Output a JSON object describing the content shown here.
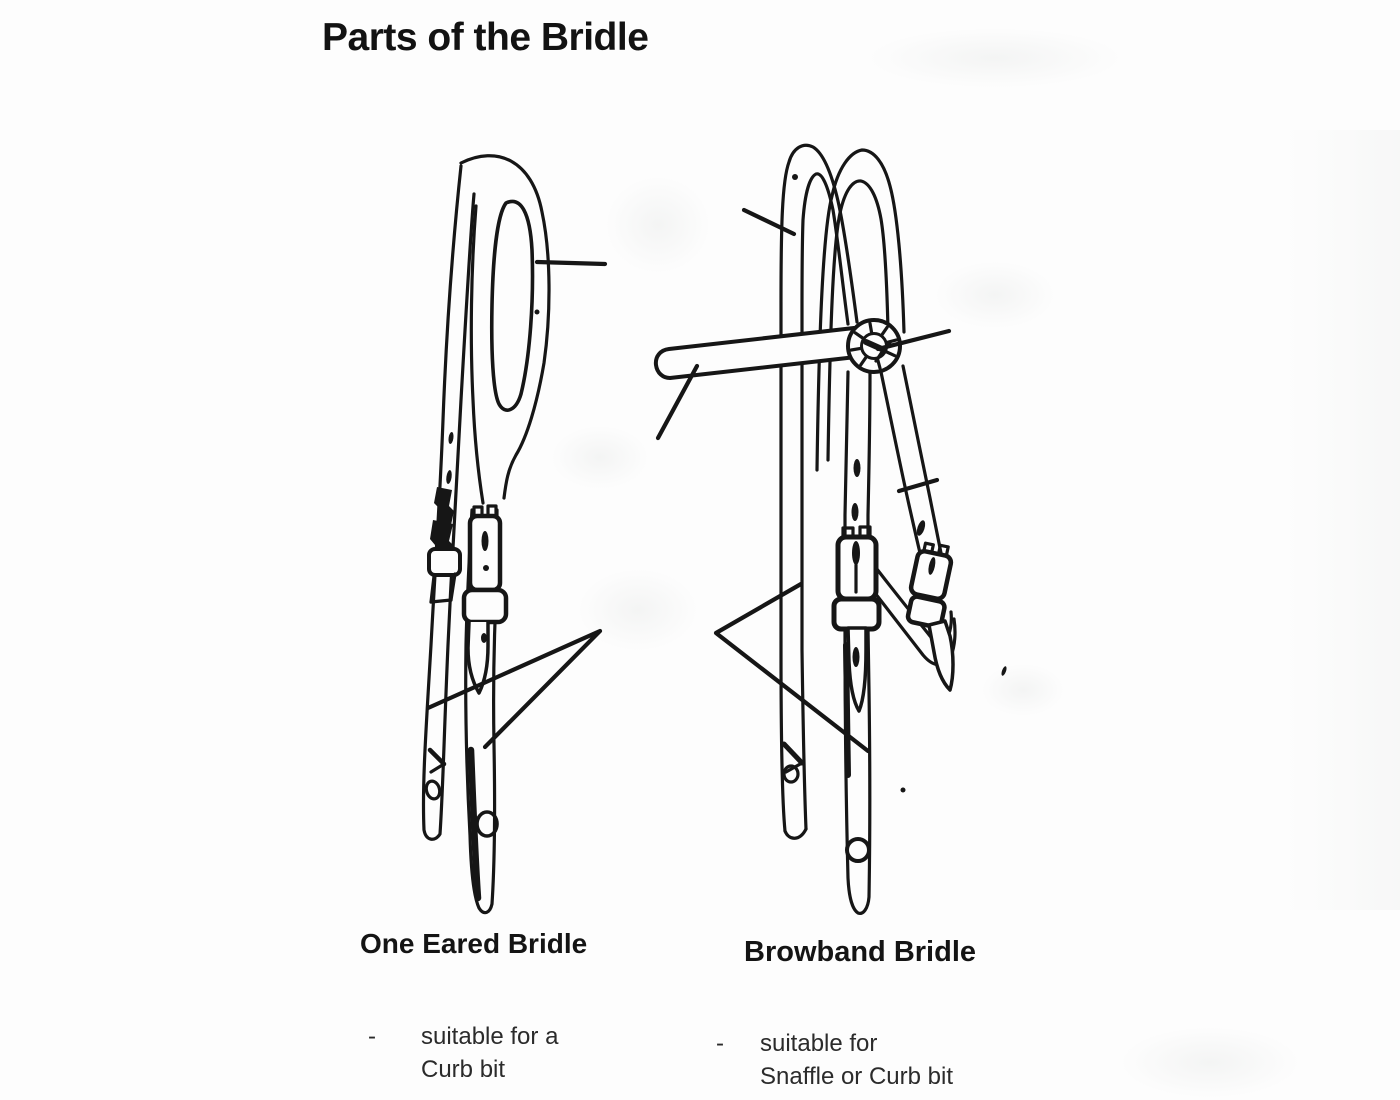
{
  "page": {
    "title": "Parts of the Bridle",
    "colors": {
      "paper": "#fdfdfd",
      "ink": "#161616",
      "note_ink": "#2b2b2b"
    }
  },
  "figures": [
    {
      "id": "one-eared-bridle",
      "caption": "One Eared Bridle",
      "note_dash": "-",
      "note_lines": [
        "suitable for a",
        "Curb bit"
      ]
    },
    {
      "id": "browband-bridle",
      "caption": "Browband Bridle",
      "note_dash": "-",
      "note_lines": [
        "suitable for",
        "Snaffle or Curb bit"
      ]
    }
  ]
}
